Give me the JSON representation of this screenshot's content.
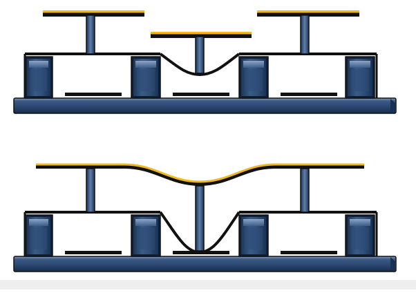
{
  "diagram": {
    "colors": {
      "base": "#2e4a72",
      "base_light": "#7f95b5",
      "block": "#2a4670",
      "block_light": "#8aa2c4",
      "stroke": "#111111",
      "yellow": "#f0b81c",
      "background": "#ffffff"
    },
    "panels": [
      {
        "name": "panel-flat",
        "state": "unloaded",
        "center_sag": 0,
        "plate_sag": 0
      },
      {
        "name": "panel-deflected",
        "state": "deflected",
        "center_sag": 1,
        "plate_sag": 1
      }
    ]
  }
}
